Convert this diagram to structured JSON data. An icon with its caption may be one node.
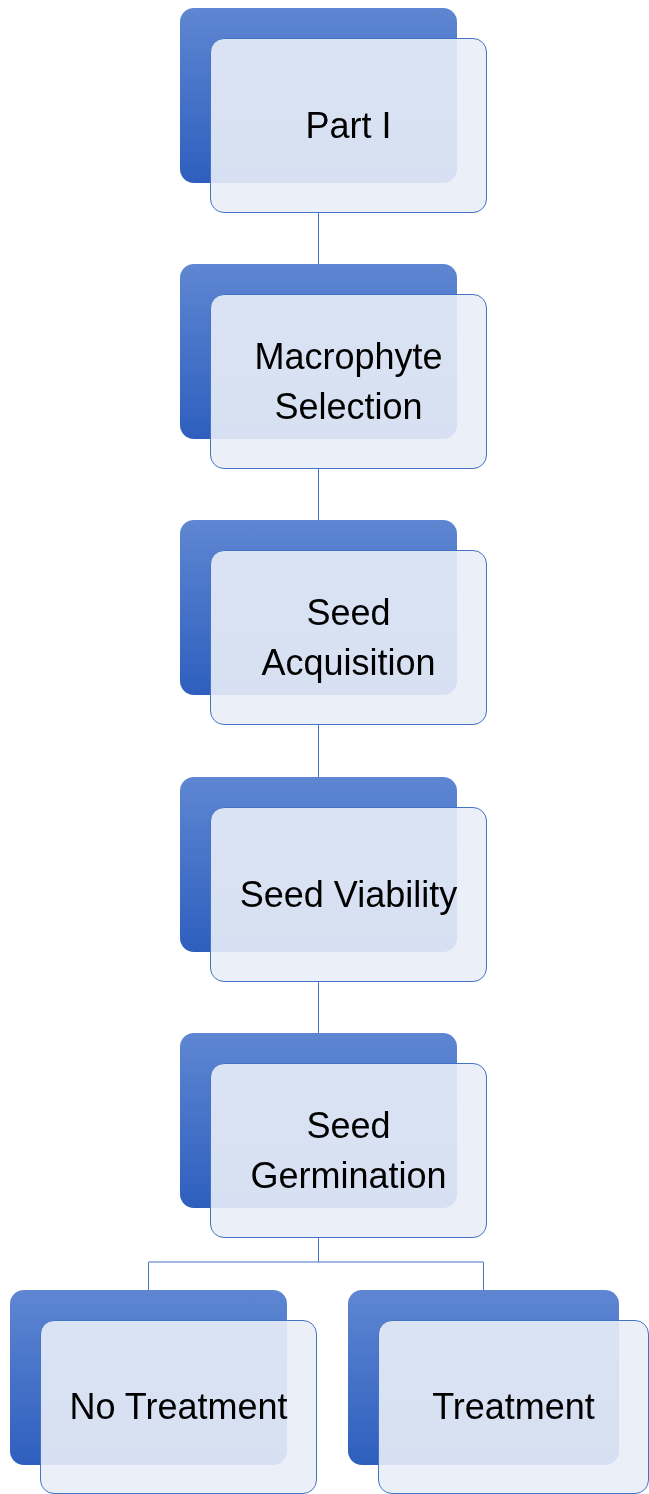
{
  "diagram": {
    "nodes": [
      {
        "text": [
          "Part I"
        ]
      },
      {
        "text": [
          "Macrophyte Selection"
        ]
      },
      {
        "text": [
          "Seed Acquisition"
        ]
      },
      {
        "text": [
          "Seed Viability"
        ]
      },
      {
        "text": [
          "Seed Germination"
        ]
      },
      {
        "text": [
          "No Treatment"
        ]
      },
      {
        "text": [
          "Treatment"
        ]
      }
    ],
    "edges": [
      {
        "from": 0,
        "to": 1,
        "arrow": "none"
      },
      {
        "from": 1,
        "to": 2,
        "arrow": "none"
      },
      {
        "from": 2,
        "to": 3,
        "arrow": "none"
      },
      {
        "from": 3,
        "to": 4,
        "arrow": "none"
      },
      {
        "from": 4,
        "to": 5,
        "arrow": "none"
      },
      {
        "from": 4,
        "to": 6,
        "arrow": "none"
      }
    ]
  }
}
